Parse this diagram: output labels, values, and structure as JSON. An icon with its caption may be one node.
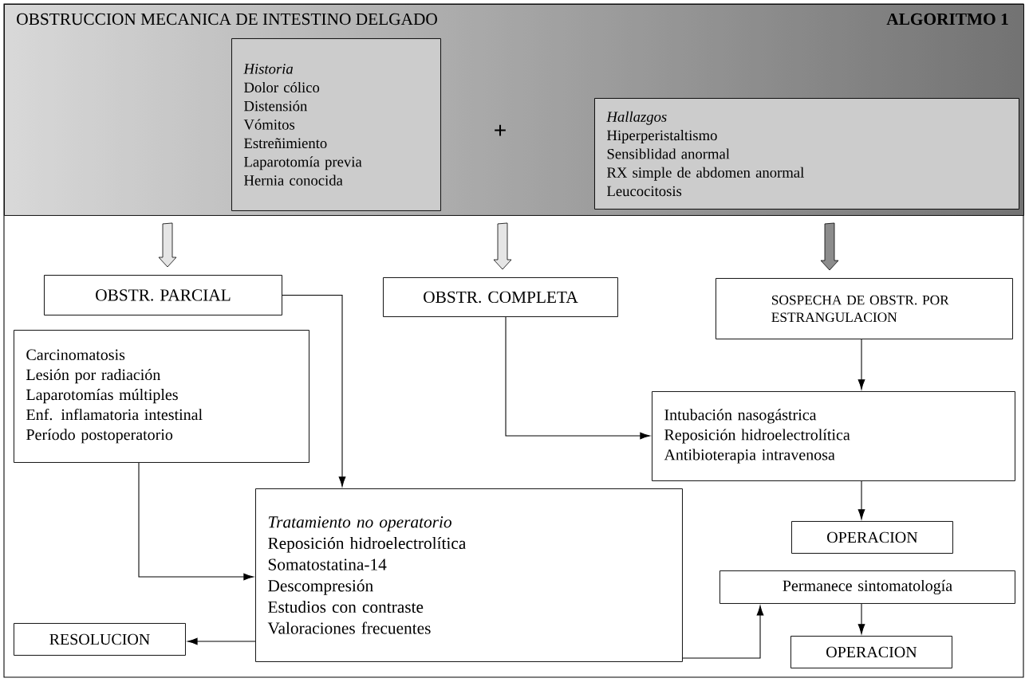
{
  "diagram": {
    "title": "OBSTRUCCION MECANICA DE INTESTINO DELGADO",
    "nodes": [
      {
        "text": [],
        "shape": "box"
      },
      {
        "text": [
          "Historia",
          "Dolor cólico",
          "Distensión",
          "Vómitos",
          "Estreñimiento",
          "Laparotomía previa",
          "Hernia conocida"
        ],
        "in": 0
      },
      {
        "text": [
          "Hallazgos",
          "Hiperperistaltismo",
          "Sensiblidad anormal",
          "RX simple de abdomen anormal",
          "Leucocitosis"
        ],
        "in": 0
      },
      {
        "text": [
          "OBSTR. PARCIAL"
        ]
      },
      {
        "text": [
          "OBSTR. COMPLETA"
        ]
      },
      {
        "text": [
          "SOSPECHA DE OBSTR. POR ESTRANGULACION"
        ]
      },
      {
        "text": [
          "Carcinomatosis",
          "Lesión por radiación",
          "Laparotomías múltiples",
          "Enf. inflamatoria intestinal",
          "Período postoperatorio"
        ]
      },
      {
        "text": [
          "Intubación nasogástrica",
          "Reposición hidroelectrolítica",
          "Antibioterapia intravenosa"
        ]
      },
      {
        "text": [
          "Tratamiento no operatorio",
          "Reposición hidroelectrolítica",
          "Somatostatina-14",
          "Descompresión",
          "Estudios con contraste",
          "Valoraciones frecuentes"
        ]
      },
      {
        "text": [
          "OPERACION"
        ]
      },
      {
        "text": [
          "Permanece sintomatología"
        ]
      },
      {
        "text": [
          "RESOLUCION"
        ]
      },
      {
        "text": [
          "OPERACION"
        ]
      }
    ],
    "edges": [
      {
        "from": 0,
        "to": 3,
        "arrow": "to",
        "style": "thick"
      },
      {
        "from": 0,
        "to": 4,
        "arrow": "to",
        "style": "thick"
      },
      {
        "from": 0,
        "to": 5,
        "arrow": "to",
        "style": "thick",
        "color": "#8c8c8c"
      },
      {
        "from": 3,
        "to": 8,
        "arrow": "to"
      },
      {
        "from": 6,
        "to": 8,
        "arrow": "to"
      },
      {
        "from": 4,
        "to": 7,
        "arrow": "to"
      },
      {
        "from": 5,
        "to": 7,
        "arrow": "to"
      },
      {
        "from": 7,
        "to": 9,
        "arrow": "to"
      },
      {
        "from": 8,
        "to": 11,
        "arrow": "to"
      },
      {
        "from": 8,
        "to": 10,
        "arrow": "to"
      },
      {
        "from": 10,
        "to": 12,
        "arrow": "to"
      }
    ],
    "labels": [
      "ALGORITMO 1",
      "+"
    ]
  }
}
